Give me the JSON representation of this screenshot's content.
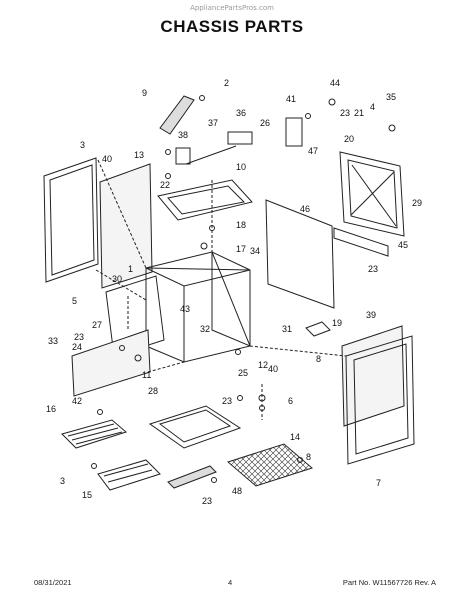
{
  "header": {
    "watermark": "AppliancePartsPros.com",
    "title": "CHASSIS PARTS"
  },
  "footer": {
    "date": "08/31/2021",
    "page": "4",
    "part_no": "Part No. W11567726  Rev. A"
  },
  "callouts": [
    "2",
    "9",
    "44",
    "35",
    "41",
    "4",
    "23",
    "21",
    "36",
    "26",
    "37",
    "38",
    "13",
    "3",
    "40",
    "20",
    "47",
    "22",
    "10",
    "29",
    "18",
    "46",
    "17",
    "34",
    "45",
    "1",
    "30",
    "23",
    "5",
    "43",
    "32",
    "27",
    "39",
    "19",
    "31",
    "33",
    "23",
    "24",
    "25",
    "11",
    "12",
    "40",
    "8",
    "42",
    "28",
    "23",
    "6",
    "16",
    "14",
    "8",
    "3",
    "7",
    "15",
    "23",
    "48"
  ]
}
